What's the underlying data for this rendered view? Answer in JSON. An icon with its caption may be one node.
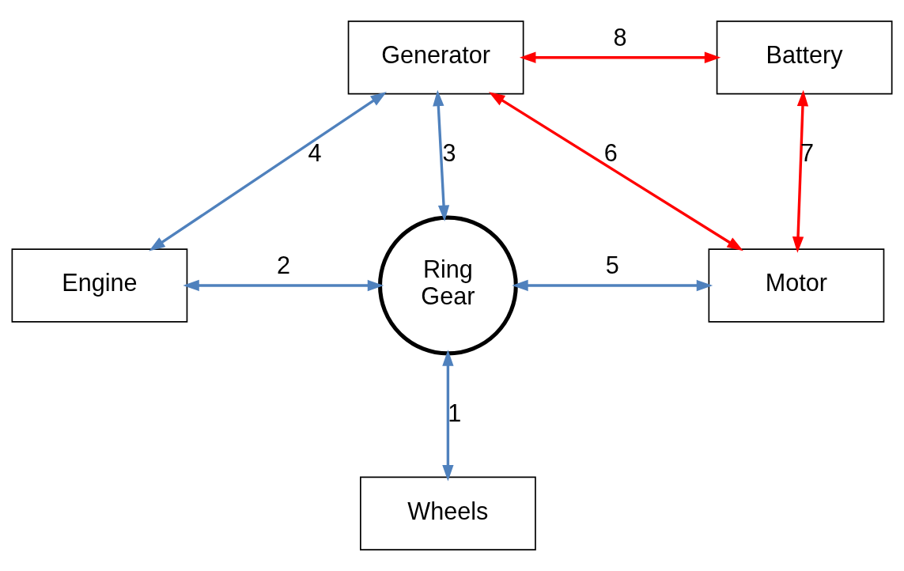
{
  "diagram": {
    "nodes": [
      {
        "text": [
          "Generator"
        ]
      },
      {
        "text": [
          "Battery"
        ]
      },
      {
        "text": [
          "Engine"
        ]
      },
      {
        "text": [
          "Ring Gear"
        ]
      },
      {
        "text": [
          "Motor"
        ]
      },
      {
        "text": [
          "Wheels"
        ]
      }
    ],
    "edges": [
      {
        "from": 3,
        "to": 5,
        "arrow": "both",
        "label": "1"
      },
      {
        "from": 2,
        "to": 3,
        "arrow": "both",
        "label": "2"
      },
      {
        "from": 0,
        "to": 3,
        "arrow": "both",
        "label": "3"
      },
      {
        "from": 2,
        "to": 0,
        "arrow": "both",
        "label": "4"
      },
      {
        "from": 3,
        "to": 4,
        "arrow": "both",
        "label": "5"
      },
      {
        "from": 0,
        "to": 4,
        "arrow": "both",
        "label": "6",
        "color": "#ff0000"
      },
      {
        "from": 4,
        "to": 1,
        "arrow": "both",
        "label": "7",
        "color": "#ff0000"
      },
      {
        "from": 0,
        "to": 1,
        "arrow": "both",
        "label": "8",
        "color": "#ff0000"
      }
    ]
  }
}
